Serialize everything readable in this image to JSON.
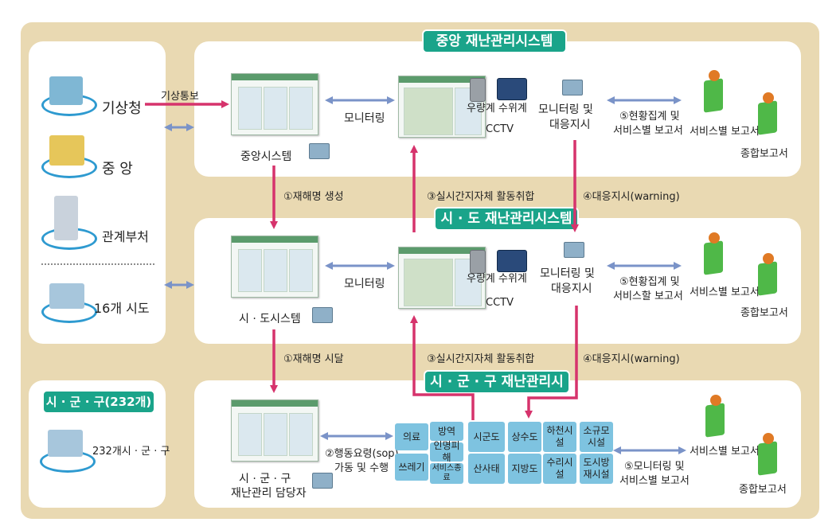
{
  "banners": {
    "central": "중앙 재난관리시스템",
    "province": "시 · 도 재난관리시스템",
    "city": "시 · 군 · 구 재난관리시스템",
    "city_count": "시 · 군 · 구(232개)"
  },
  "left_entities": {
    "weather": "기상청",
    "central": "중 앙",
    "ministries": "관계부처",
    "provinces16": "16개 시도",
    "cities232": "232개시 · 군 · 구"
  },
  "central": {
    "weather_notice": "기상통보",
    "system": "중앙시스템",
    "monitoring": "모니터링",
    "rain": "우량계",
    "water": "수위계",
    "cctv": "CCTV",
    "monitor_cmd_1": "모니터링 및",
    "monitor_cmd_2": "대응지시",
    "report_1": "⑤현황집계 및",
    "report_2": "서비스별 보고서",
    "service_report": "서비스별 보고서",
    "total_report": "종합보고서"
  },
  "arrows": {
    "create": "①재해명 생성",
    "realtime_1": "③실시간지자체 활동취합",
    "command_1": "④대응지시(warning)",
    "deliver": "①재해명 시달",
    "realtime_2": "③실시간지자체 활동취합",
    "command_2": "④대응지시(warning)"
  },
  "province": {
    "system": "시 · 도시스템",
    "monitoring": "모니터링",
    "rain": "우량계",
    "water": "수위계",
    "cctv": "CCTV",
    "monitor_cmd_1": "모니터링 및",
    "monitor_cmd_2": "대응지시",
    "report_1": "⑤현황집계 및",
    "report_2": "서비스할 보고서",
    "service_report": "서비스별 보고서",
    "total_report": "종합보고서"
  },
  "city": {
    "staff_1": "시 · 군 · 구",
    "staff_2": "재난관리 담당자",
    "sop_1": "②행동요령(sop)",
    "sop_2": "가동 및 수행",
    "services": [
      "의료",
      "방역",
      "인명피해",
      "쓰레기",
      "서비스종료",
      "시군도",
      "산사태",
      "상수도",
      "지방도",
      "하천시설",
      "수리시설",
      "소규모시설",
      "도시방재시설"
    ],
    "report_1": "⑤모니터링 및",
    "report_2": "서비스별 보고서",
    "service_report": "서비스별 보고서",
    "total_report": "종합보고서"
  },
  "colors": {
    "frame": "#e9d9b2",
    "banner": "#1aa48a",
    "red_arrow": "#d6336c",
    "blue_arrow": "#7a93c8",
    "service_box": "#7ec3e0"
  }
}
